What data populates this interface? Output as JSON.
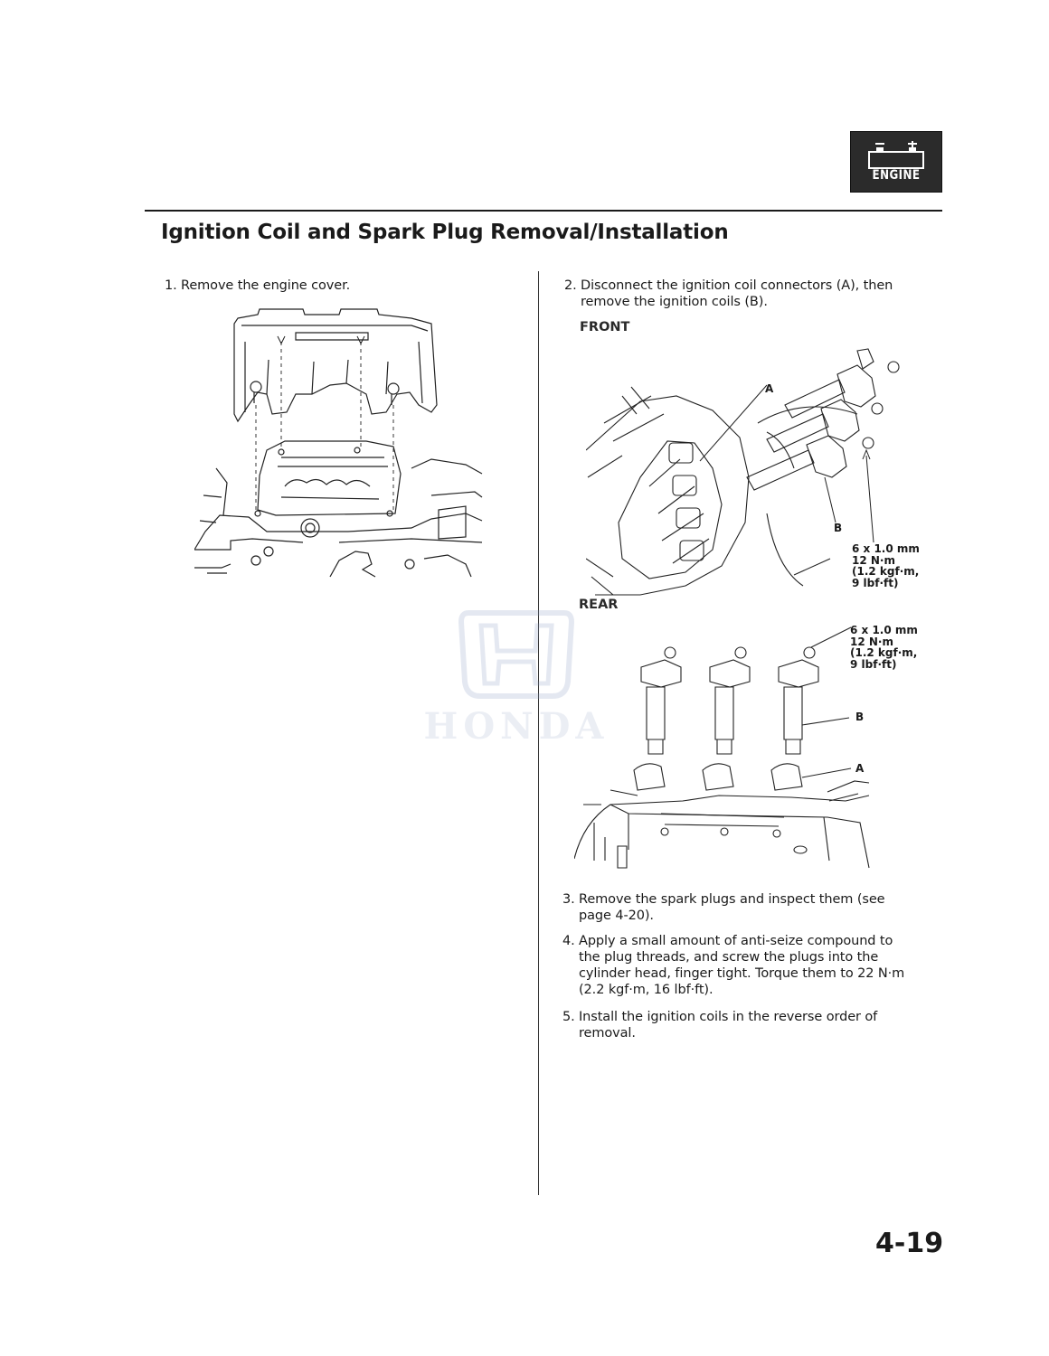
{
  "header": {
    "badge_label": "ENGINE",
    "battery_icon": "battery-icon",
    "title": "Ignition Coil and Spark Plug Removal/Installation"
  },
  "steps": [
    {
      "num": "1.",
      "text": "Remove the engine cover."
    },
    {
      "num": "2.",
      "text": "Disconnect the ignition coil connectors (A), then remove the ignition coils (B)."
    },
    {
      "num": "3.",
      "text": "Remove the spark plugs and inspect them (see page 4-20)."
    },
    {
      "num": "4.",
      "text": "Apply a small amount of anti-seize compound to the plug threads, and screw the plugs into the cylinder head, finger tight. Torque them to 22 N·m (2.2 kgf·m, 16 lbf·ft)."
    },
    {
      "num": "5.",
      "text": "Install the ignition coils in the reverse order of removal."
    }
  ],
  "figures": {
    "front": {
      "label": "FRONT",
      "callout_a": "A",
      "callout_b": "B",
      "spec": [
        "6 x 1.0 mm",
        "12 N·m",
        "(1.2 kgf·m,",
        "9 lbf·ft)"
      ]
    },
    "rear": {
      "label": "REAR",
      "callout_a": "A",
      "callout_b": "B",
      "spec": [
        "6 x 1.0 mm",
        "12 N·m",
        "(1.2 kgf·m,",
        "9 lbf·ft)"
      ]
    }
  },
  "watermark": {
    "text": "HONDA"
  },
  "footer": {
    "page_number": "4-19"
  }
}
